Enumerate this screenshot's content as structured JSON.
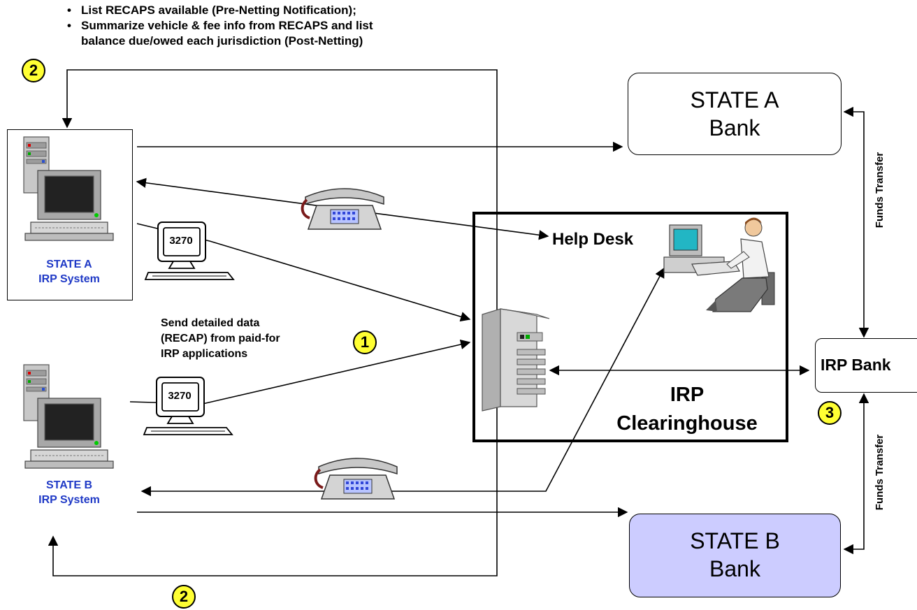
{
  "notes": [
    "List RECAPS available (Pre-Netting Notification);",
    "Summarize vehicle & fee info from RECAPS and list",
    "balance due/owed each jurisdiction (Post-Netting)"
  ],
  "badges": {
    "step1": "1",
    "step2": "2",
    "step3": "3"
  },
  "state_a_system": {
    "line1": "STATE A",
    "line2": "IRP System"
  },
  "state_b_system": {
    "line1": "STATE B",
    "line2": "IRP System"
  },
  "terminal_label": "3270",
  "send_text": [
    "Send detailed data",
    "(RECAP) from paid-for",
    "IRP applications"
  ],
  "state_a_bank": {
    "line1": "STATE A",
    "line2": "Bank"
  },
  "state_b_bank": {
    "line1": "STATE B",
    "line2": "Bank"
  },
  "help_desk": "Help Desk",
  "clearinghouse": {
    "line1": "IRP",
    "line2": "Clearinghouse"
  },
  "irp_bank": "IRP Bank",
  "funds_transfer": "Funds Transfer",
  "colors": {
    "badge": "#ffff33",
    "system_label": "#1f39c6",
    "state_b_fill": "#ccccff"
  }
}
